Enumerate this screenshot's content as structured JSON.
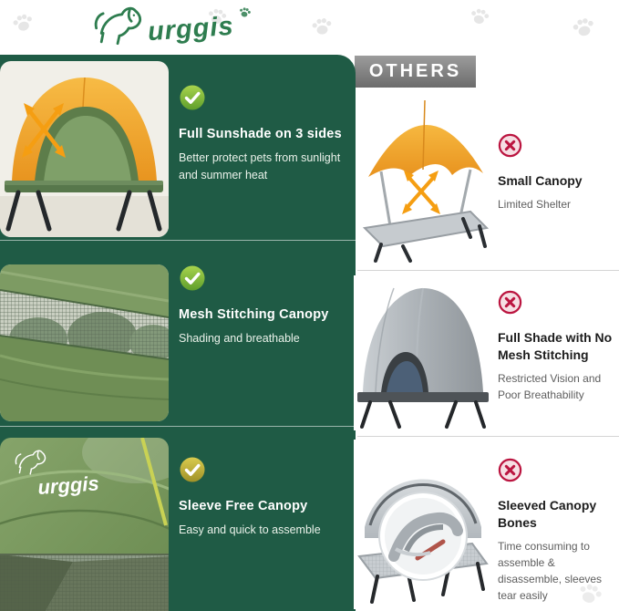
{
  "brand": {
    "logo_text": "urggis"
  },
  "others_banner": {
    "label": "OTHERS"
  },
  "ours": {
    "sections": [
      {
        "icon": "check-icon",
        "heading": "Full Sunshade on 3 sides",
        "body": "Better protect pets from sunlight and summer heat"
      },
      {
        "icon": "check-icon",
        "heading": "Mesh Stitching Canopy",
        "body": "Shading and breathable"
      },
      {
        "icon": "check-icon",
        "heading": "Sleeve Free Canopy",
        "body": "Easy and quick to assemble"
      }
    ]
  },
  "others": {
    "sections": [
      {
        "icon": "cross-icon",
        "heading": "Small Canopy",
        "body": "Limited Shelter"
      },
      {
        "icon": "cross-icon",
        "heading": "Full Shade with No Mesh Stitching",
        "body": "Restricted Vision and Poor Breathability"
      },
      {
        "icon": "cross-icon",
        "heading": "Sleeved Canopy Bones",
        "body": "Time consuming to assemble & disassemble, sleeves tear easily"
      }
    ]
  },
  "colors": {
    "panel_green": "#1f5b45",
    "brand_green": "#2e7d4f",
    "check_green": "#6fb32e",
    "check_olive": "#b0a138",
    "cross_red": "#bb1540",
    "banner_gray": "#7d7d7d",
    "canopy_orange": "#f0a132"
  }
}
